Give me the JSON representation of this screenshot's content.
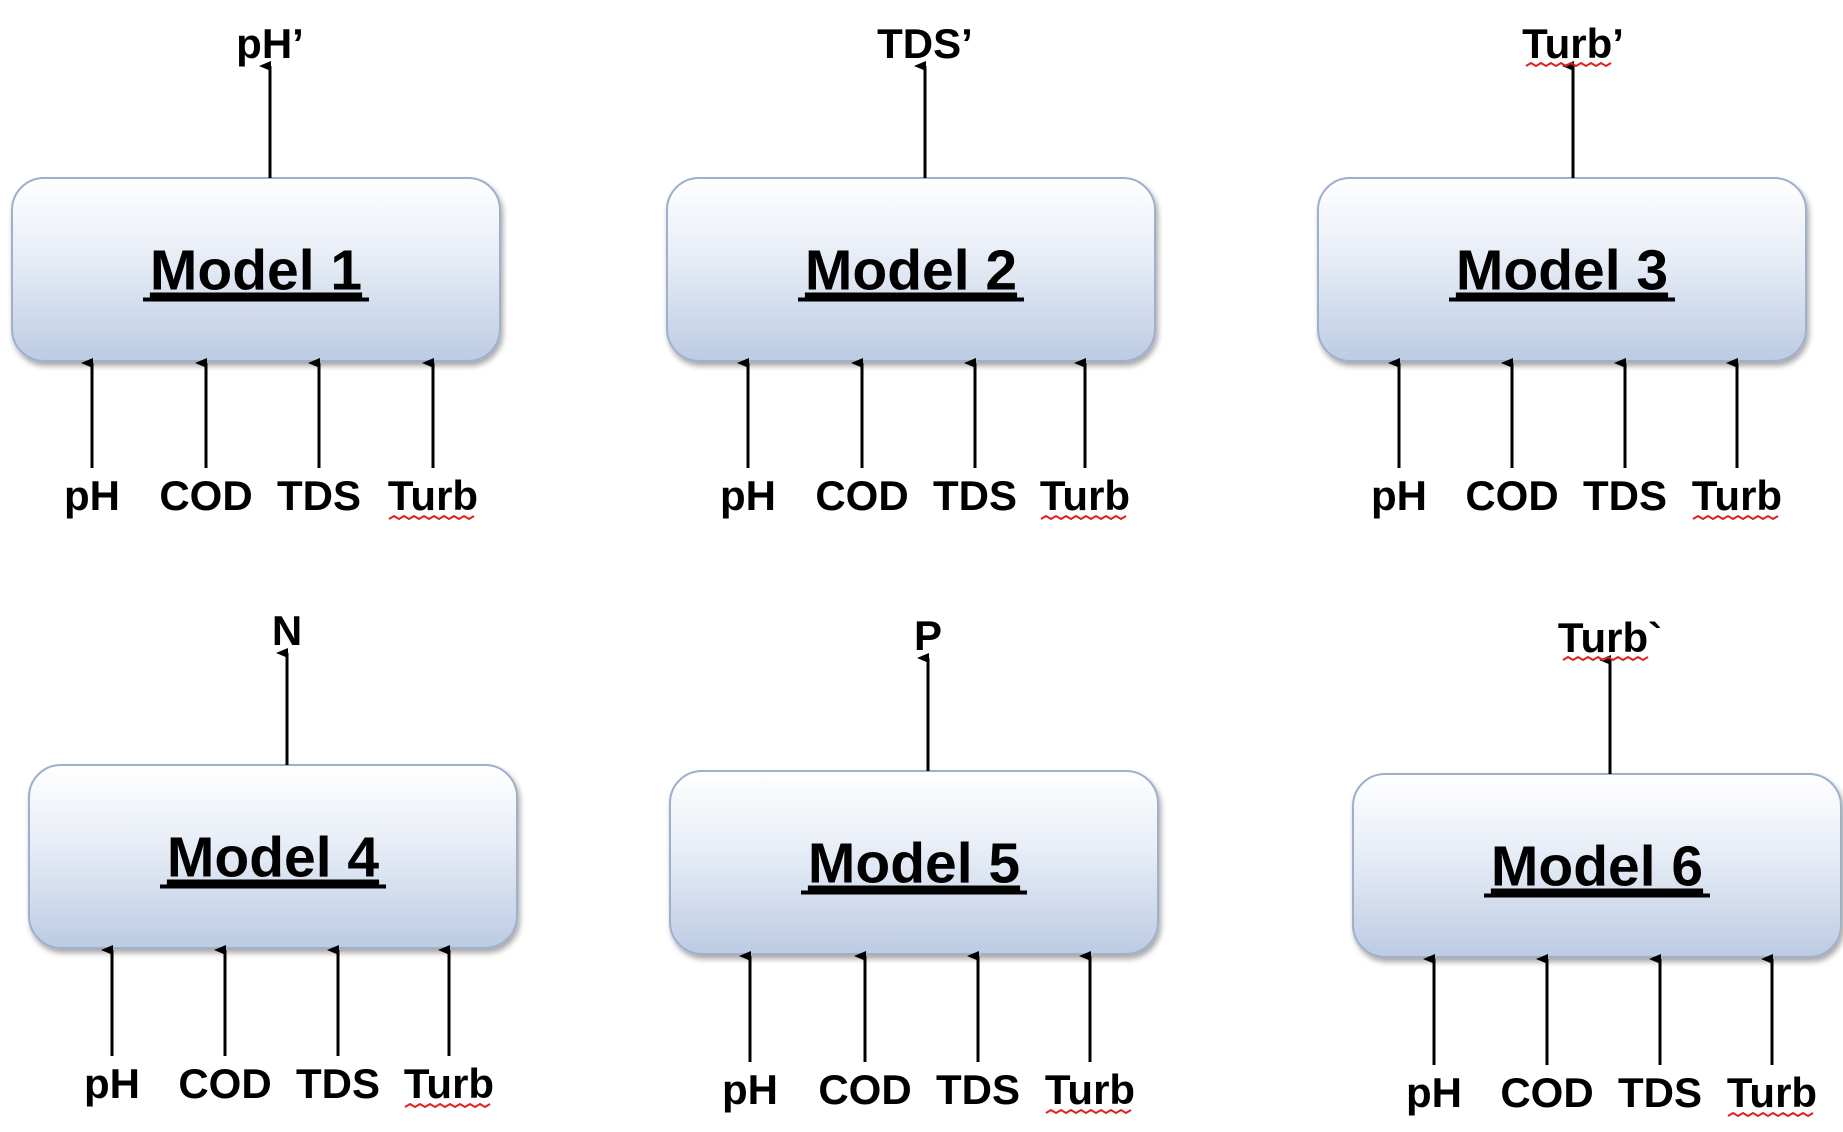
{
  "diagram": {
    "models": [
      {
        "title": "Model  1",
        "output": "pH’",
        "output_spellcheck": false,
        "inputs": [
          "pH",
          "COD",
          "TDS",
          "Turb"
        ],
        "input_spellcheck": [
          false,
          false,
          false,
          true
        ]
      },
      {
        "title": "Model  2",
        "output": "TDS’",
        "output_spellcheck": false,
        "inputs": [
          "pH",
          "COD",
          "TDS",
          "Turb"
        ],
        "input_spellcheck": [
          false,
          false,
          false,
          true
        ]
      },
      {
        "title": "Model  3",
        "output": "Turb’",
        "output_spellcheck": true,
        "inputs": [
          "pH",
          "COD",
          "TDS",
          "Turb"
        ],
        "input_spellcheck": [
          false,
          false,
          false,
          true
        ]
      },
      {
        "title": "Model  4",
        "output": "N",
        "output_spellcheck": false,
        "inputs": [
          "pH",
          "COD",
          "TDS",
          "Turb"
        ],
        "input_spellcheck": [
          false,
          false,
          false,
          true
        ]
      },
      {
        "title": "Model  5",
        "output": "P",
        "output_spellcheck": false,
        "inputs": [
          "pH",
          "COD",
          "TDS",
          "Turb"
        ],
        "input_spellcheck": [
          false,
          false,
          false,
          true
        ]
      },
      {
        "title": "Model  6",
        "output": "Turb`",
        "output_spellcheck": true,
        "inputs": [
          "pH",
          "COD",
          "TDS",
          "Turb"
        ],
        "input_spellcheck": [
          false,
          false,
          false,
          true
        ]
      }
    ],
    "colors": {
      "box_top": "#ffffff",
      "box_bottom": "#bccbe3",
      "box_border": "#9fb0cc",
      "arrow": "#000000",
      "text": "#000000",
      "spellcheck_underline": "#e02020"
    }
  }
}
